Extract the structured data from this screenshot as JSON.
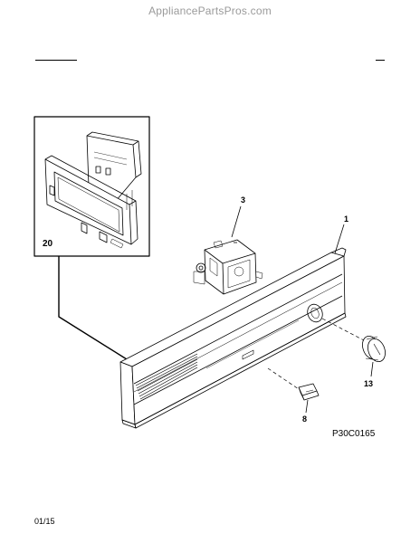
{
  "watermark": "AppliancePartsPros.com",
  "callouts": {
    "part_20": "20",
    "part_3": "3",
    "part_1": "1",
    "part_13": "13",
    "part_8": "8"
  },
  "drawing_code": "P30C0165",
  "footer": {
    "date": "01/15"
  }
}
